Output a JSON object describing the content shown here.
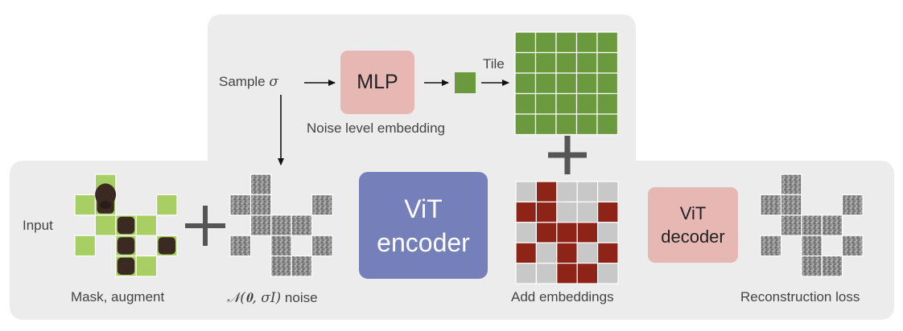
{
  "labels": {
    "sample": "Sample",
    "sigma": "σ",
    "mlp": "MLP",
    "noise_level_embedding": "Noise level embedding",
    "tile": "Tile",
    "input": "Input",
    "mask_augment": "Mask, augment",
    "noise_formula": "𝒩(𝟎, σI)",
    "noise_word": "noise",
    "vit_encoder_line1": "ViT",
    "vit_encoder_line2": "encoder",
    "add_embeddings": "Add embeddings",
    "vit_decoder_line1": "ViT",
    "vit_decoder_line2": "decoder",
    "reconstruction_loss": "Reconstruction loss"
  },
  "colors": {
    "panel_bg": "#ececec",
    "mlp_fill": "#e7b7b3",
    "decoder_fill": "#e7b7b3",
    "encoder_fill": "#7580ba",
    "embedding_green": "#6b9a3e",
    "embedding_red": "#8e2418",
    "masked_gray": "#c8c8c8",
    "noise_gray": "#8c8c8c",
    "grass_green": "#a8cf63",
    "dog_brown": "#3a2a22"
  }
}
